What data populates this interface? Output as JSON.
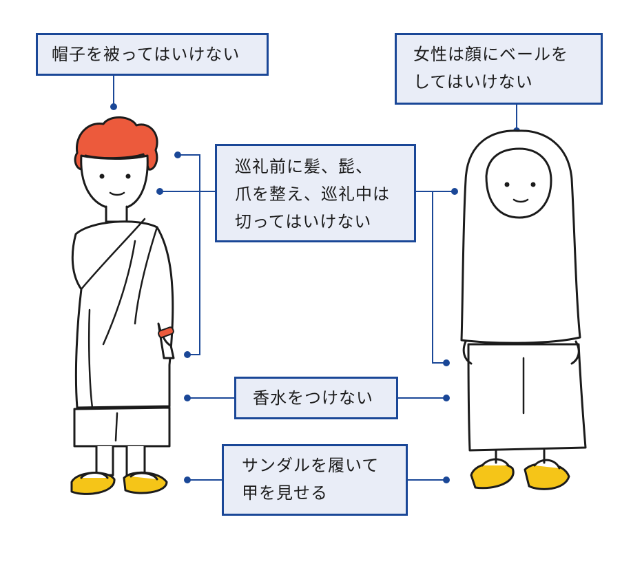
{
  "labels": {
    "no_hat": "帽子を被ってはいけない",
    "no_veil": {
      "line1": "女性は顔にベールを",
      "line2": "してはいけない"
    },
    "grooming": {
      "line1": "巡礼前に髪、髭、",
      "line2": "爪を整え、巡礼中は",
      "line3": "切ってはいけない"
    },
    "no_perfume": "香水をつけない",
    "sandals": {
      "line1": "サンダルを履いて",
      "line2": "甲を見せる"
    }
  },
  "colors": {
    "box_border": "#1a4797",
    "box_fill": "#e9edf7",
    "connector": "#1a4797",
    "hair": "#ec5a3c",
    "sandal": "#f5c518",
    "outline": "#1b1b1b"
  },
  "icons": {
    "male_figure": "pilgrim-man-ihram",
    "female_figure": "pilgrim-woman-headscarf"
  }
}
